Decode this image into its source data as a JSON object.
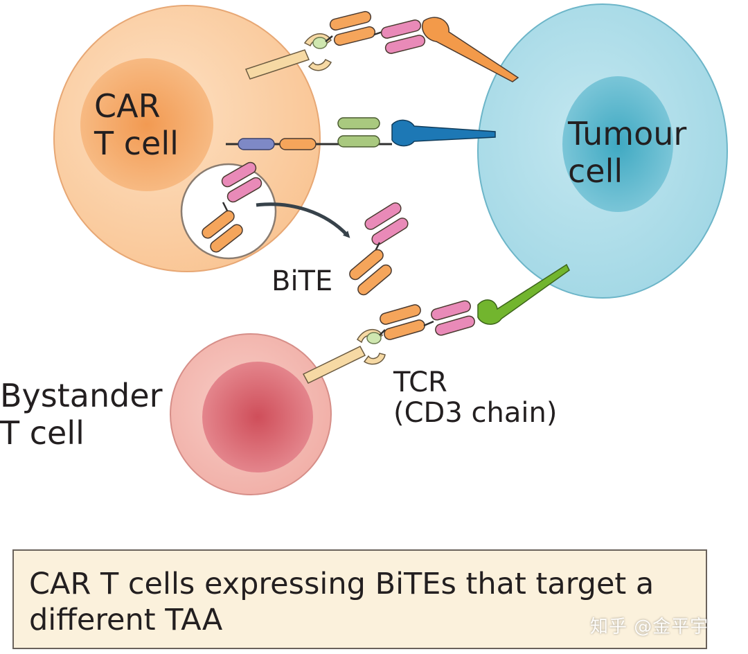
{
  "cells": {
    "car_t": [
      "CAR",
      "T cell"
    ],
    "tumour": [
      "Tumour",
      "cell"
    ],
    "bystander": [
      "Bystander",
      "T cell"
    ]
  },
  "molecules": {
    "bite": "BiTE",
    "tcr": [
      "TCR",
      "(CD3 chain)"
    ]
  },
  "caption": "CAR T cells expressing BiTEs that target a different TAA",
  "watermark": "知乎 @金平宇",
  "colors": {
    "car_t_outer": "#fbd0a8",
    "car_t_nucleus": "#f4a766",
    "tumour_outer": "#a9dce8",
    "tumour_nucleus": "#5db9cc",
    "bystander_outer": "#f3b8b0",
    "bystander_nucleus": "#d8606a",
    "domain_orange": "#f5a55b",
    "domain_pink": "#e98ab8",
    "domain_green": "#a9c97f",
    "domain_blue": "#7e89c6",
    "antigen_orange": "#f39a4a",
    "antigen_blue": "#1d78b5",
    "antigen_green": "#72b52e",
    "receptor_yellow": "#f6d9a4",
    "hinge_green": "#cfe7b0",
    "arrow": "#37424a",
    "caption_bg": "#fbf1dc"
  }
}
